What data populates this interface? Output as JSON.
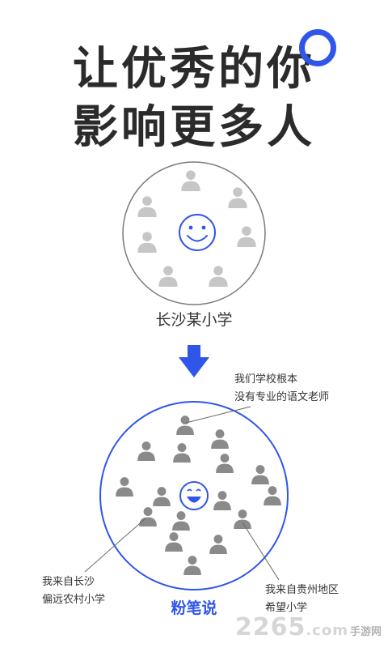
{
  "headline": {
    "line1": "让优秀的你",
    "line2": "影响更多人"
  },
  "labels": {
    "school": "长沙某小学",
    "brand": "粉笔说"
  },
  "annotations": {
    "top": [
      "我们学校根本",
      "没有专业的语文老师"
    ],
    "left": [
      "我来自长沙",
      "偏远农村小学"
    ],
    "right": [
      "我来自贵州地区",
      "希望小学"
    ]
  },
  "watermark": {
    "number": "2265",
    "suffix": ".com",
    "site": "手游网"
  },
  "colors": {
    "accent": "#2f56e8",
    "person_light": "#c6c6c6",
    "person_dark": "#8a8a8a",
    "circle_gray": "#7a7a7a"
  },
  "icons": {
    "smiley_top": "smiley-face-icon",
    "smiley_bottom": "laughing-face-icon",
    "arrow": "arrow-down-icon",
    "ring": "ring-icon",
    "person": "person-icon"
  }
}
